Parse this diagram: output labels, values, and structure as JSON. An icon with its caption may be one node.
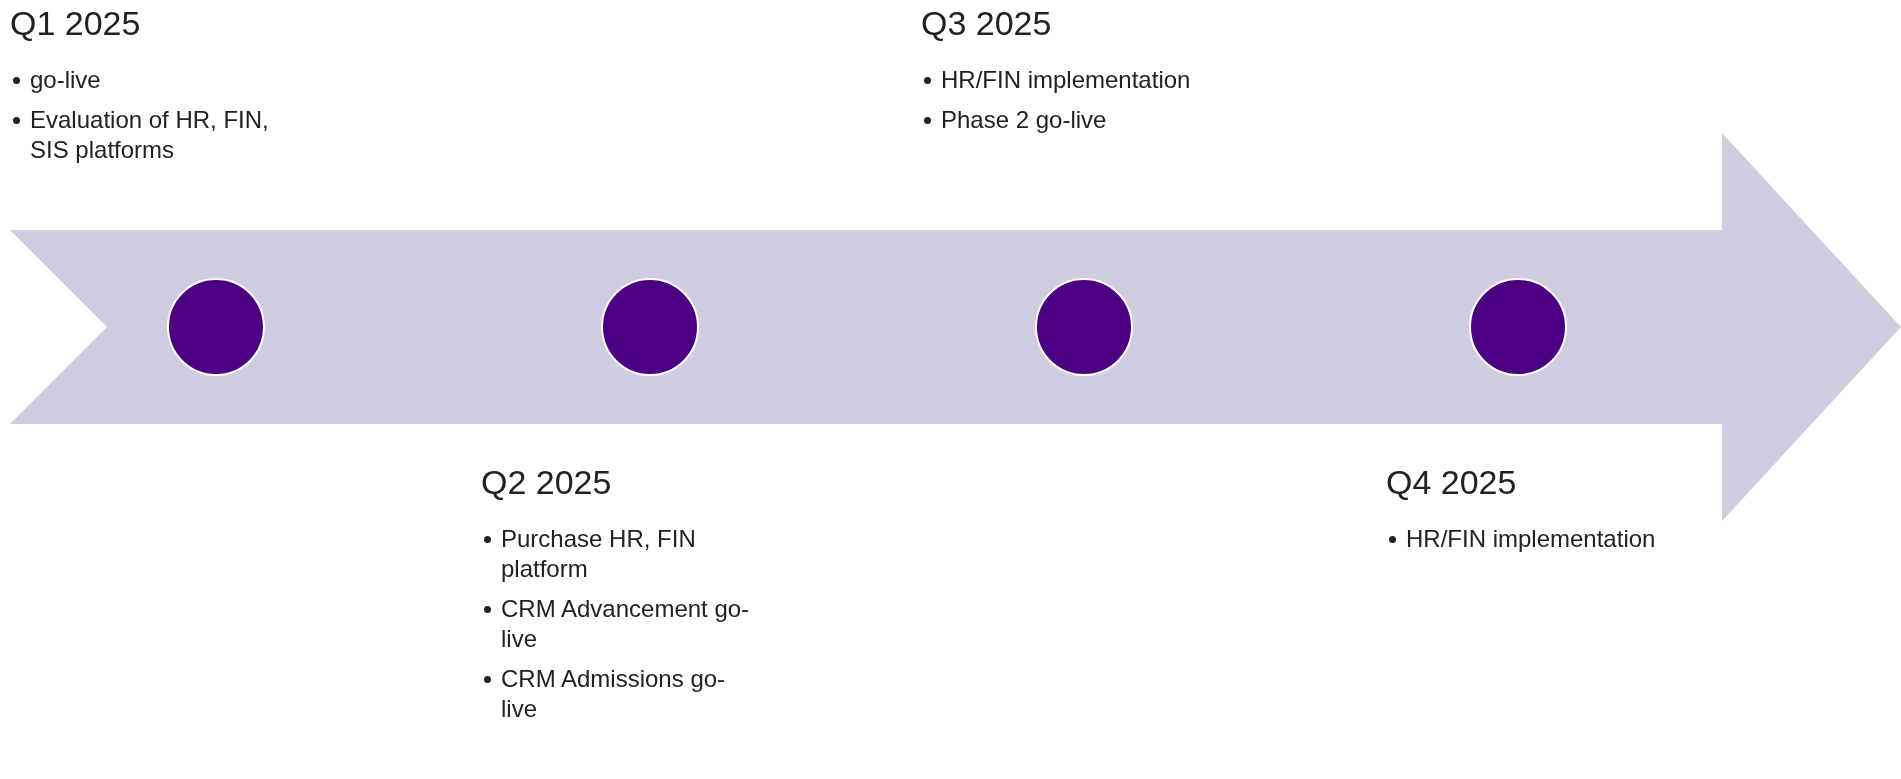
{
  "diagram": {
    "nodes": [
      {
        "text": [],
        "shape": "circle",
        "beside": [
          "Q1 2025",
          "go-live",
          "Evaluation of HR, FIN, SIS platforms"
        ]
      },
      {
        "text": [],
        "shape": "circle",
        "beside": [
          "Q2 2025",
          "Purchase HR, FIN platform",
          "CRM Advancement go-live",
          "CRM Admissions go-live"
        ]
      },
      {
        "text": [],
        "shape": "circle",
        "beside": [
          "Q3 2025",
          "HR/FIN implementation",
          "Phase 2 go-live"
        ]
      },
      {
        "text": [],
        "shape": "circle",
        "beside": [
          "Q4 2025",
          "HR/FIN implementation"
        ]
      }
    ]
  }
}
